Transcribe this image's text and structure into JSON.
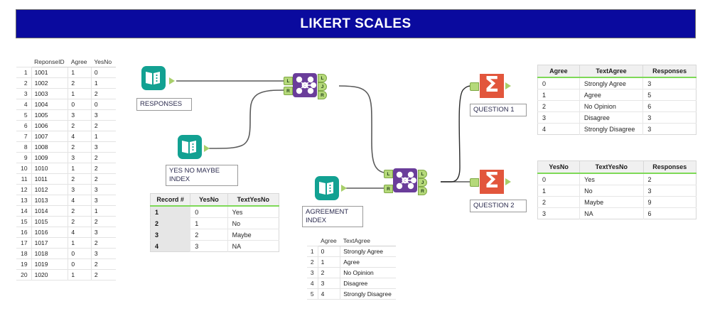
{
  "banner": {
    "title": "LIKERT SCALES",
    "color": "#0a0a9e",
    "text_color": "#ffffff"
  },
  "responses_table": {
    "name": "responses-data-grid",
    "columns": [
      "",
      "ReponseID",
      "Agree",
      "YesNo"
    ],
    "rows": [
      [
        "1",
        "1001",
        "1",
        "0"
      ],
      [
        "2",
        "1002",
        "2",
        "1"
      ],
      [
        "3",
        "1003",
        "1",
        "2"
      ],
      [
        "4",
        "1004",
        "0",
        "0"
      ],
      [
        "5",
        "1005",
        "3",
        "3"
      ],
      [
        "6",
        "1006",
        "2",
        "2"
      ],
      [
        "7",
        "1007",
        "4",
        "1"
      ],
      [
        "8",
        "1008",
        "2",
        "3"
      ],
      [
        "9",
        "1009",
        "3",
        "2"
      ],
      [
        "10",
        "1010",
        "1",
        "2"
      ],
      [
        "11",
        "1011",
        "2",
        "2"
      ],
      [
        "12",
        "1012",
        "3",
        "3"
      ],
      [
        "13",
        "1013",
        "4",
        "3"
      ],
      [
        "14",
        "1014",
        "2",
        "1"
      ],
      [
        "15",
        "1015",
        "2",
        "2"
      ],
      [
        "16",
        "1016",
        "4",
        "3"
      ],
      [
        "17",
        "1017",
        "1",
        "2"
      ],
      [
        "18",
        "1018",
        "0",
        "3"
      ],
      [
        "19",
        "1019",
        "0",
        "2"
      ],
      [
        "20",
        "1020",
        "1",
        "2"
      ]
    ]
  },
  "record_table": {
    "name": "yesno-index-table",
    "columns": [
      "Record #",
      "YesNo",
      "TextYesNo"
    ],
    "rows": [
      [
        "1",
        "0",
        "Yes"
      ],
      [
        "2",
        "1",
        "No"
      ],
      [
        "3",
        "2",
        "Maybe"
      ],
      [
        "4",
        "3",
        "NA"
      ]
    ]
  },
  "agree_index_table": {
    "name": "agreement-index-grid",
    "columns": [
      "",
      "Agree",
      "TextAgree"
    ],
    "rows": [
      [
        "1",
        "0",
        "Strongly Agree"
      ],
      [
        "2",
        "1",
        "Agree"
      ],
      [
        "3",
        "2",
        "No Opinion"
      ],
      [
        "4",
        "3",
        "Disagree"
      ],
      [
        "5",
        "4",
        "Strongly Disagree"
      ]
    ]
  },
  "agree_summary_table": {
    "name": "question1-summary-table",
    "columns": [
      "Agree",
      "TextAgree",
      "Responses"
    ],
    "rows": [
      [
        "0",
        "Strongly Agree",
        "3"
      ],
      [
        "1",
        "Agree",
        "5"
      ],
      [
        "2",
        "No Opinion",
        "6"
      ],
      [
        "3",
        "Disagree",
        "3"
      ],
      [
        "4",
        "Strongly Disagree",
        "3"
      ]
    ]
  },
  "yesno_summary_table": {
    "name": "question2-summary-table",
    "columns": [
      "YesNo",
      "TextYesNo",
      "Responses"
    ],
    "rows": [
      [
        "0",
        "Yes",
        "2"
      ],
      [
        "1",
        "No",
        "3"
      ],
      [
        "2",
        "Maybe",
        "9"
      ],
      [
        "3",
        "NA",
        "6"
      ]
    ]
  },
  "workflow": {
    "nodes": {
      "responses": {
        "label": "RESPONSES",
        "icon": "book-input-icon",
        "color": "#12a192"
      },
      "yes_no_maybe_index": {
        "label": "YES NO MAYBE\nINDEX",
        "icon": "book-input-icon",
        "color": "#12a192"
      },
      "agreement_index": {
        "label": "AGREEMENT\nINDEX",
        "icon": "book-input-icon",
        "color": "#12a192"
      },
      "join_1": {
        "icon": "join-tool-icon",
        "color": "#6a3d9a"
      },
      "join_2": {
        "icon": "join-tool-icon",
        "color": "#6a3d9a"
      },
      "question_1": {
        "label": "QUESTION 1",
        "icon": "summarize-sigma-icon",
        "color": "#e2563c"
      },
      "question_2": {
        "label": "QUESTION 2",
        "icon": "summarize-sigma-icon",
        "color": "#e2563c"
      }
    },
    "ports": {
      "left": "L",
      "right": "R",
      "join": "J"
    }
  }
}
